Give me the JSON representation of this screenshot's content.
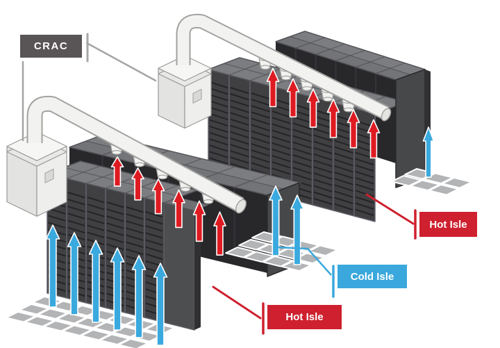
{
  "labels": {
    "crac": "CRAC",
    "hot_isle_top": "Hot Isle",
    "cold_isle": "Cold Isle",
    "hot_isle_bottom": "Hot Isle"
  },
  "colors": {
    "background": "#ffffff",
    "hot_red": "#ce202e",
    "hot_arrow": "#df1b22",
    "cold_blue": "#3aa8dc",
    "cold_arrow": "#3aa9de",
    "crac_label_bg": "#595456",
    "label_text": "#ffffff",
    "callout_gray": "#a5a5a5",
    "rack_front": "#404043",
    "rack_louver": "#242427",
    "rack_frame": "#60606a",
    "rack_top": "#7c7d80",
    "rack_top_line": "#56565a",
    "rack_side_dark": "#303033",
    "rack_end_face": "#47484a",
    "aisle_wall": "#28282b",
    "pipe_fill": "#f2f2f0",
    "pipe_outline": "#a2a2a0",
    "crac_left": "#e3e3e1",
    "crac_right": "#eeeeec",
    "crac_lid": "#f6f6f4",
    "crac_stroke": "#999997",
    "tile_fill": "#b3b4b6"
  },
  "diagram": {
    "pods": 2,
    "crac_units": 2,
    "racks_front_pod_front_row": 6,
    "racks_back_pod_front_row": 8,
    "hot_arrows_per_aisle": 6,
    "funnels_per_aisle": 5,
    "cold_arrows_front_aisle": 6,
    "cold_arrows_middle_aisle": 2,
    "cold_arrows_right_aisle": 1
  }
}
